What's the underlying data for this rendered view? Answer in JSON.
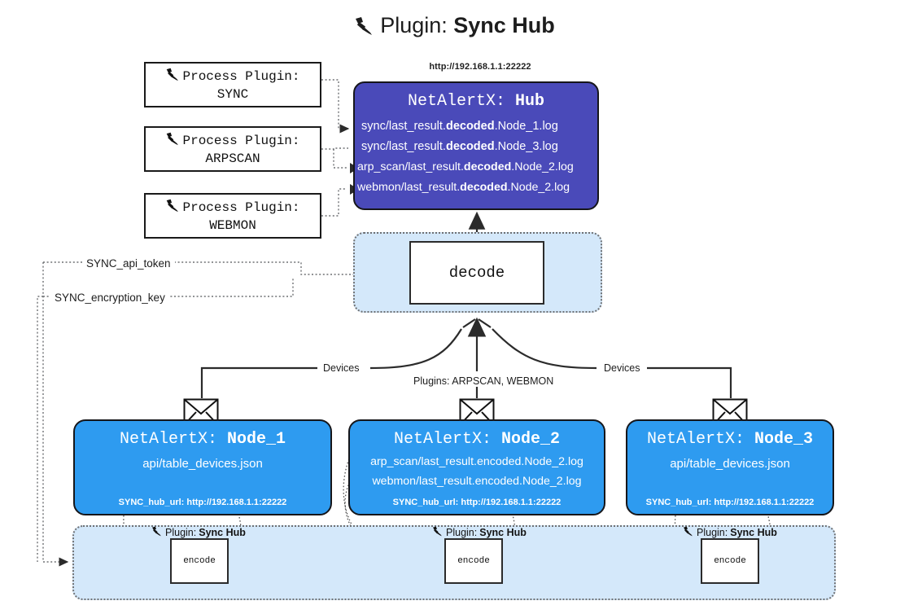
{
  "title": {
    "icon": "plug-icon",
    "prefix": "Plugin: ",
    "name": "Sync Hub"
  },
  "process_plugins": [
    {
      "icon": "plug-icon",
      "label": "Process Plugin:",
      "name": "SYNC"
    },
    {
      "icon": "plug-icon",
      "label": "Process Plugin:",
      "name": "ARPSCAN"
    },
    {
      "icon": "plug-icon",
      "label": "Process Plugin:",
      "name": "WEBMON"
    }
  ],
  "hub": {
    "url": "http://192.168.1.1:22222",
    "title_prefix": "NetAlertX: ",
    "title_name": "Hub",
    "logs": [
      {
        "pre": "sync/last_result.",
        "mid": "decoded",
        "post": ".Node_1.log"
      },
      {
        "pre": "sync/last_result.",
        "mid": "decoded",
        "post": ".Node_3.log"
      },
      {
        "pre": "arp_scan/last_result.",
        "mid": "decoded",
        "post": ".Node_2.log"
      },
      {
        "pre": "webmon/last_result.",
        "mid": "decoded",
        "post": ".Node_2.log"
      }
    ]
  },
  "decode": {
    "label": "decode"
  },
  "keys": {
    "api_token": "SYNC_api_token",
    "encryption_key": "SYNC_encryption_key"
  },
  "edge_labels": {
    "devices_left": "Devices",
    "devices_right": "Devices",
    "plugins_mid": "Plugins: ARPSCAN, WEBMON"
  },
  "nodes": [
    {
      "icon": "envelope-icon",
      "title_prefix": "NetAlertX: ",
      "title_name": "Node_1",
      "lines": [
        {
          "pre": "api/table_devices.json",
          "mid": "",
          "post": ""
        }
      ],
      "footer": "SYNC_hub_url: http://192.168.1.1:22222"
    },
    {
      "icon": "envelope-icon",
      "title_prefix": "NetAlertX: ",
      "title_name": "Node_2",
      "lines": [
        {
          "pre": "arp_scan/last_result.encoded.Node_2.log",
          "mid": "",
          "post": ""
        },
        {
          "pre": "webmon/last_result.encoded.Node_2.log",
          "mid": "",
          "post": ""
        }
      ],
      "footer": "SYNC_hub_url: http://192.168.1.1:22222"
    },
    {
      "icon": "envelope-icon",
      "title_prefix": "NetAlertX: ",
      "title_name": "Node_3",
      "lines": [
        {
          "pre": "api/table_devices.json",
          "mid": "",
          "post": ""
        }
      ],
      "footer": "SYNC_hub_url: http://192.168.1.1:22222"
    }
  ],
  "encode_section": {
    "plugin_tag_prefix": "Plugin: ",
    "plugin_tag_name": "Sync Hub",
    "encode_label": "encode"
  },
  "colors": {
    "hub_bg": "#4a4ab9",
    "node_bg": "#2e9bf0",
    "region_bg": "#d4e8fa",
    "stroke": "#16161a",
    "dotted": "#6f7174"
  }
}
